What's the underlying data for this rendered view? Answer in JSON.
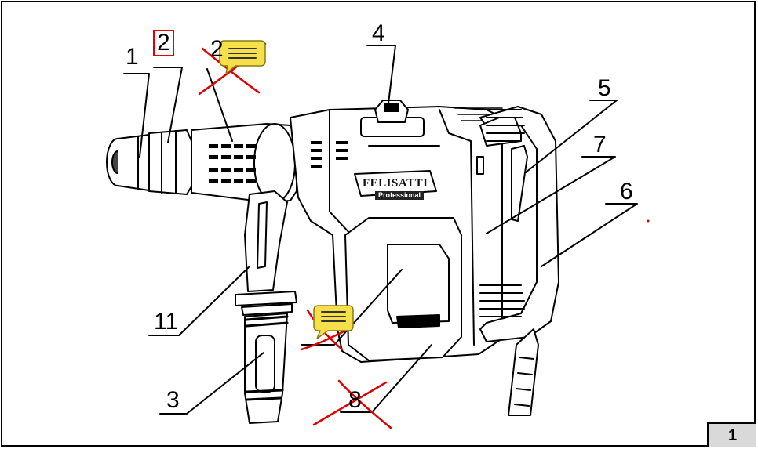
{
  "figure": {
    "badge": "1"
  },
  "brand": {
    "name": "FELISATTI",
    "subtitle": "Professional"
  },
  "callouts": {
    "c1": "1",
    "c2_boxed": "2",
    "c2_struck": "2",
    "c3": "3",
    "c4": "4",
    "c5": "5",
    "c6": "6",
    "c7": "7",
    "c8_struck": "8",
    "c11": "11"
  },
  "colors": {
    "outline": "#000000",
    "strike": "#e00000",
    "note": "#f5e04a",
    "badge_bg": "#d9d9d9"
  },
  "icons": [
    "comment-note-icon",
    "comment-note-icon"
  ]
}
